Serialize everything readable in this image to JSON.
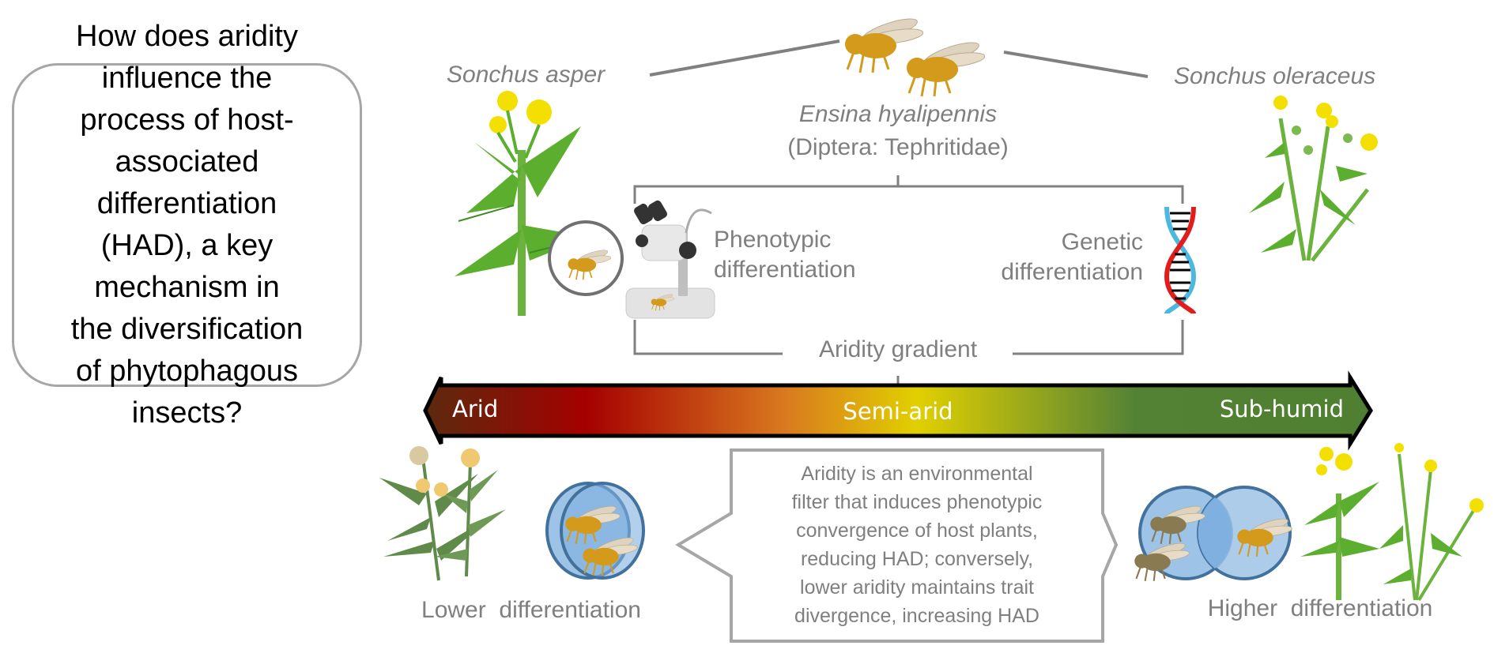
{
  "question": {
    "text": "How does aridity\ninfluence the\nprocess of host-\nassociated\ndifferentiation\n(HAD), a key\nmechanism in\nthe diversification\nof phytophagous\ninsects?"
  },
  "hosts": {
    "left_species": "Sonchus asper",
    "right_species": "Sonchus oleraceus"
  },
  "insect": {
    "species": "Ensina hyalipennis",
    "taxonomy": "(Diptera: Tephritidae)"
  },
  "methods": {
    "phenotypic": "Phenotypic\ndifferentiation",
    "genetic": "Genetic\ndifferentiation",
    "gradient_title": "Aridity gradient"
  },
  "gradient": {
    "labels": [
      "Arid",
      "Semi-arid",
      "Sub-humid"
    ],
    "colors": [
      "#5c2a0e",
      "#a50000",
      "#d9791f",
      "#e1d000",
      "#548235",
      "#4f7f31"
    ]
  },
  "outcomes": {
    "lower": "Lower  differentiation",
    "higher": "Higher  differentiation"
  },
  "conclusion": {
    "text": "Aridity is an environmental\nfilter that induces phenotypic\nconvergence of host plants,\nreducing HAD; conversely,\nlower aridity maintains trait\ndivergence, increasing HAD"
  },
  "palette": {
    "line_grey": "#808080",
    "circle_blue": "#9dc3e6",
    "circle_edge": "#41719c",
    "fly_orange": "#d39a1c",
    "fly_drab": "#8a7a52",
    "plant_green": "#5cae2e",
    "plant_dark": "#5f8a4a",
    "flower_yellow": "#f4e000",
    "flower_pale": "#f0c870"
  }
}
